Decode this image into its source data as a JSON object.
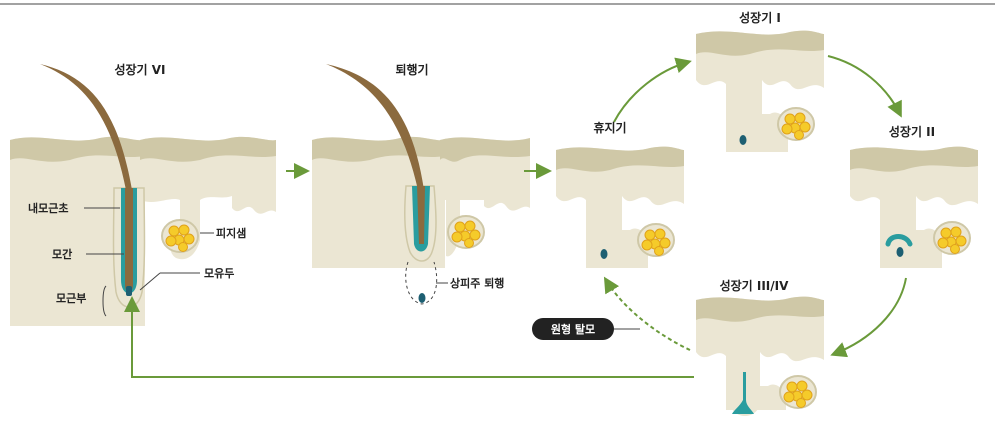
{
  "stages": {
    "anagen_vi": "성장기 VI",
    "catagen": "퇴행기",
    "telogen": "휴지기",
    "anagen_i": "성장기 I",
    "anagen_ii": "성장기 II",
    "anagen_iii_iv": "성장기 III/IV"
  },
  "labels": {
    "inner_root_sheath": "내모근초",
    "hair_shaft": "모간",
    "hair_root": "모근부",
    "sebaceous_gland": "피지샘",
    "dermal_papilla": "모유두",
    "epithelial_regression": "상피주 퇴행"
  },
  "pill": {
    "exogen": "원형 탈모"
  },
  "colors": {
    "skin": "#ebe6d3",
    "skin_top": "#cfc8a7",
    "hair": "#8b6a3e",
    "sheath": "#2a9d9f",
    "papilla": "#1d5f72",
    "gland_fill": "#f5cb2a",
    "gland_outline": "#e0a21b",
    "arrow": "#6a9a3a",
    "pill_bg": "#222222"
  }
}
